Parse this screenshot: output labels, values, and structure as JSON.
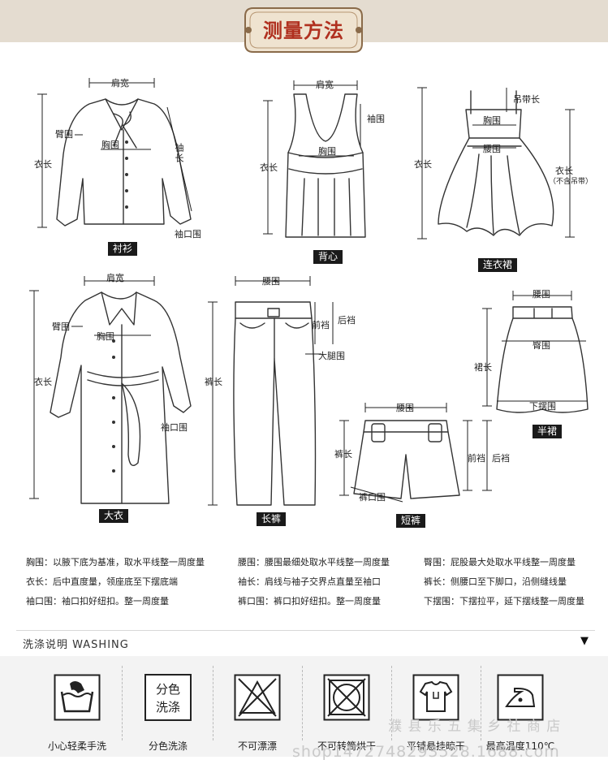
{
  "banner": {
    "title": "测量方法"
  },
  "garments": {
    "shirt": {
      "label": "衬衫",
      "shoulder": "肩宽",
      "upper_arm": "臂围",
      "chest": "胸围",
      "length": "衣长",
      "sleeve": "袖长",
      "cuff": "袖口围"
    },
    "vest": {
      "label": "背心",
      "shoulder": "肩宽",
      "armhole": "袖围",
      "chest": "胸围",
      "length": "衣长"
    },
    "dress": {
      "label": "连衣裙",
      "strap": "吊带长",
      "chest": "胸围",
      "waist": "腰围",
      "length": "衣长",
      "length_note": "（不含吊带）"
    },
    "coat": {
      "label": "大衣",
      "shoulder": "肩宽",
      "upper_arm": "臂围",
      "chest": "胸围",
      "length": "衣长",
      "cuff": "袖口围"
    },
    "trousers": {
      "label": "长裤",
      "waist": "腰围",
      "front_rise": "前裆",
      "back_rise": "后裆",
      "thigh": "大腿围",
      "length": "裤长"
    },
    "skirt": {
      "label": "半裙",
      "waist": "腰围",
      "hip": "臀围",
      "length": "裙长",
      "hem": "下摆围"
    },
    "shorts": {
      "label": "短裤",
      "waist": "腰围",
      "length": "裤长",
      "front_rise": "前裆",
      "back_rise": "后裆",
      "leg_opening": "裤口围"
    }
  },
  "definitions": [
    "胸围：以腋下底为基准，取水平线整一周度量",
    "腰围：腰围最细处取水平线整一周度量",
    "臀围：屁股最大处取水平线整一周度量",
    "衣长：后中直度量，领座底至下摆底端",
    "袖长：肩线与袖子交界点直量至袖口",
    "裤长：侧腰口至下脚口，沿侧缝线量",
    "袖口围：袖口扣好纽扣。整一周度量",
    "裤口围：裤口扣好纽扣。整一周度量",
    "下摆围：下摆拉平，延下摆线整一周度量"
  ],
  "washing": {
    "title": "洗涤说明  WASHING",
    "arrow": "▼",
    "items": [
      {
        "icon": "hand-wash-icon",
        "label": "小心轻柔手洗"
      },
      {
        "icon": "wash-separately-icon",
        "label": "分色洗涤",
        "icon_text": [
          "分色",
          "洗涤"
        ]
      },
      {
        "icon": "do-not-bleach-icon",
        "label": "不可漂漂"
      },
      {
        "icon": "do-not-tumble-dry-icon",
        "label": "不可转筒烘干"
      },
      {
        "icon": "dry-flat-icon",
        "label": "平铺悬挂晾干"
      },
      {
        "icon": "iron-110-icon",
        "label": "最高温度110℃"
      }
    ]
  },
  "watermarks": {
    "store": "濮 县 乐 五 集 乡 社 商 店",
    "url": "shop1472748293528.1688.com"
  }
}
